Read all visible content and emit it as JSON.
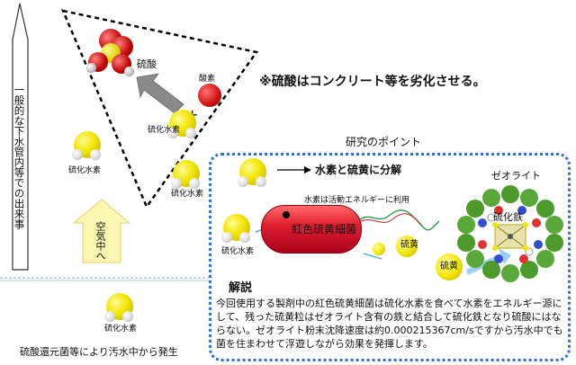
{
  "left_column": {
    "vertical_caption": "一般的な下水管内等での出来事",
    "air_arrow_label": "空気中へ",
    "bottom_caption": "硫酸還元菌等により汚水中から発生"
  },
  "triangle": {
    "sulfuric_acid_label": "硫酸",
    "oxygen_label": "酸素",
    "plus_sign": "+"
  },
  "note": "※硫酸はコンクリート等を劣化させる。",
  "molecule_label": "硫化水素",
  "research": {
    "title": "研究のポイント",
    "decompose_label": "水素と硫黄に分解",
    "hydrogen_energy_note": "水素は活動エネルギーに利用",
    "bacteria_label": "紅色硫黄細菌",
    "sulfur_label": "硫黄",
    "zeolite_label": "ゼオライト",
    "iron_sulfide_label": "硫化鉄",
    "explanation_title": "解説",
    "explanation_text": "今回使用する製剤中の紅色硫黄細菌は硫化水素を食べて水素をエネルギー源にして、残った硫黄粒はゼオライト含有の鉄と結合して硫化鉄となり硫酸にはならない。ゼオライト粉末沈降速度は約0.000215367cm/sですから汚水中でも菌を住まわせて浮遊しながら効果を発揮します。"
  },
  "colors": {
    "sulfur": "#f2e600",
    "oxygen": "#d01010",
    "bacteria": "#d8152a",
    "panel_border": "#2f6fd6",
    "zeolite_green": "#4c9a2a",
    "air_arrow": "#fbf6b0"
  }
}
